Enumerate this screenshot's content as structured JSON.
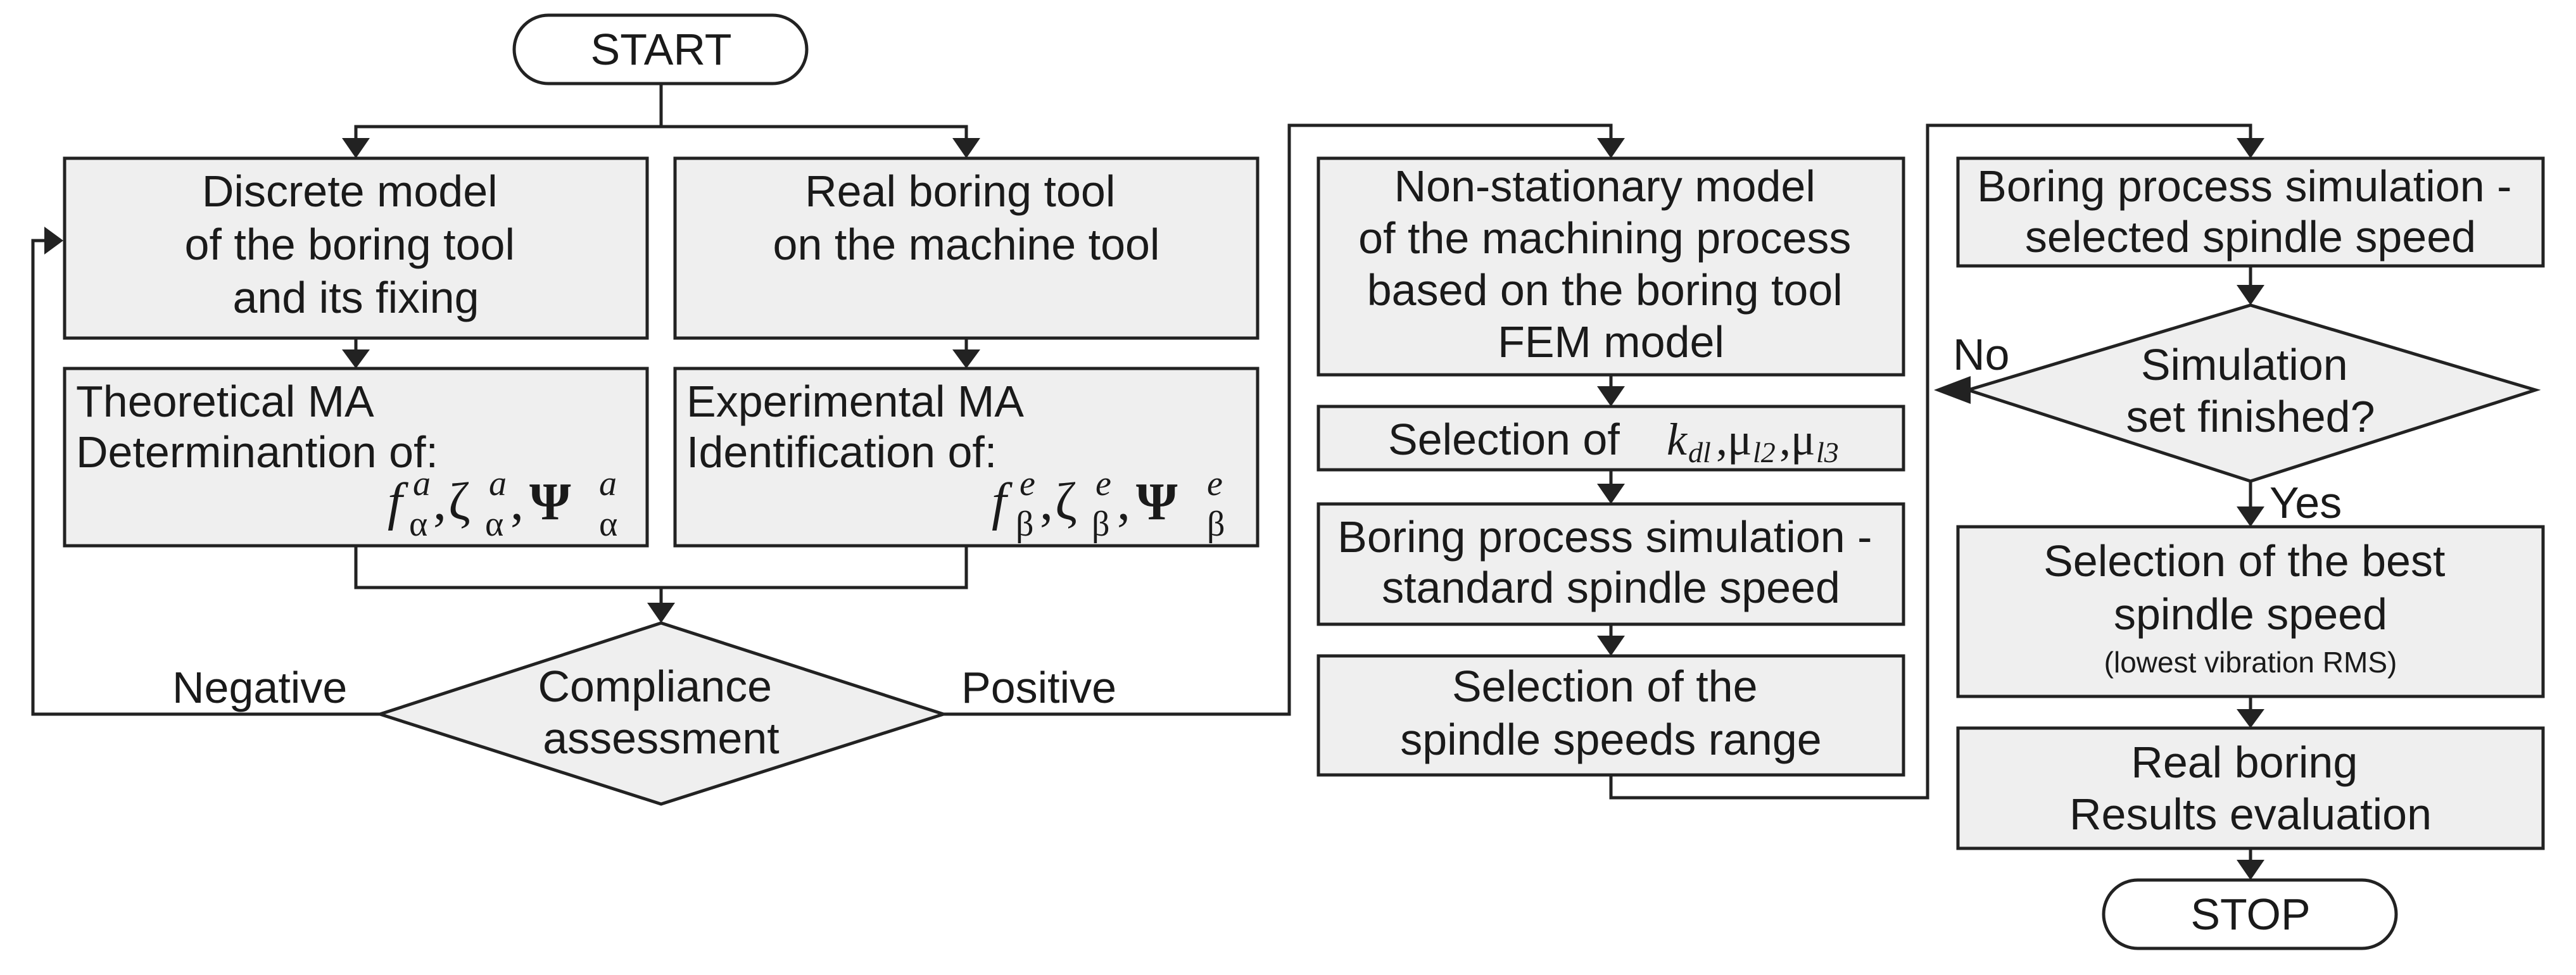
{
  "nodes": {
    "start": {
      "label": "START"
    },
    "discrete_model": {
      "lines": [
        "Discrete model",
        "of the boring tool",
        "and its fixing"
      ]
    },
    "real_tool": {
      "lines": [
        "Real boring tool",
        "on the machine tool"
      ]
    },
    "theoretical_ma": {
      "lines": [
        "Theoretical MA",
        "Determinantion of:"
      ],
      "math": {
        "f": "f",
        "f_sup": "a",
        "f_sub": "α",
        "zeta": "ζ",
        "zeta_sup": "a",
        "zeta_sub": "α",
        "psi": "Ψ",
        "psi_sup": "a",
        "psi_sub": "α",
        "sep": ","
      }
    },
    "experimental_ma": {
      "lines": [
        "Experimental MA",
        "Identification of:"
      ],
      "math": {
        "f": "f",
        "f_sup": "e",
        "f_sub": "β",
        "zeta": "ζ",
        "zeta_sup": "e",
        "zeta_sub": "β",
        "psi": "Ψ",
        "psi_sup": "e",
        "psi_sub": "β",
        "sep": ","
      }
    },
    "compliance": {
      "lines": [
        "Compliance",
        "assessment"
      ]
    },
    "non_stationary": {
      "lines": [
        "Non-stationary model",
        "of the machining process",
        "based on the boring tool",
        "FEM model"
      ]
    },
    "selection_params": {
      "prefix": "Selection of",
      "k": "k",
      "k_sub": "dl",
      "mu1": "μ",
      "mu1_sub": "l2",
      "mu2": "μ",
      "mu2_sub": "l3",
      "sep": ","
    },
    "sim_standard": {
      "lines": [
        "Boring process simulation -",
        "standard spindle speed"
      ]
    },
    "speed_range": {
      "lines": [
        "Selection of the",
        "spindle speeds range"
      ]
    },
    "sim_selected": {
      "lines": [
        "Boring process simulation -",
        "selected spindle speed"
      ]
    },
    "sim_finished": {
      "lines": [
        "Simulation",
        "set finished?"
      ]
    },
    "best_speed": {
      "lines": [
        "Selection of the best",
        "spindle speed"
      ],
      "note": "(lowest vibration RMS)"
    },
    "real_boring": {
      "lines": [
        "Real boring",
        "Results evaluation"
      ]
    },
    "stop": {
      "label": "STOP"
    }
  },
  "edge_labels": {
    "negative": "Negative",
    "positive": "Positive",
    "no": "No",
    "yes": "Yes"
  }
}
